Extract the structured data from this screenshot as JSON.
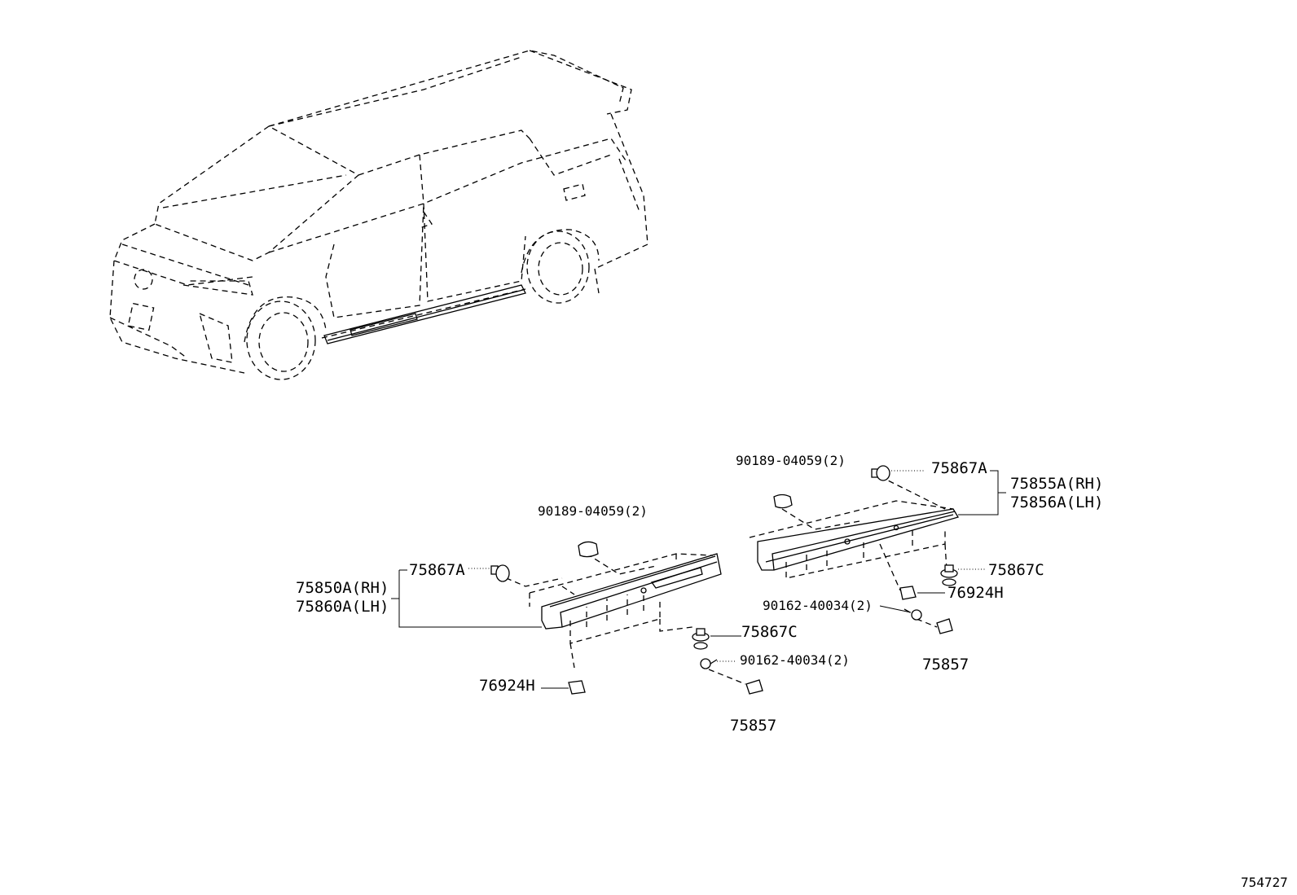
{
  "diagram_id": "754727",
  "callouts": {
    "left_grommet": "90189-04059(2)",
    "left_clip_a": "75867A",
    "left_sill_rh": "75850A(RH)",
    "left_sill_lh": "75860A(LH)",
    "left_clip_c": "75867C",
    "left_screw": "90162-40034(2)",
    "left_nut": "76924H",
    "left_cap": "75857",
    "right_grommet": "90189-04059(2)",
    "right_clip_a": "75867A",
    "right_sill_rh": "75855A(RH)",
    "right_sill_lh": "75856A(LH)",
    "right_clip_c": "75867C",
    "right_nut": "76924H",
    "right_screw": "90162-40034(2)",
    "right_cap": "75857"
  }
}
